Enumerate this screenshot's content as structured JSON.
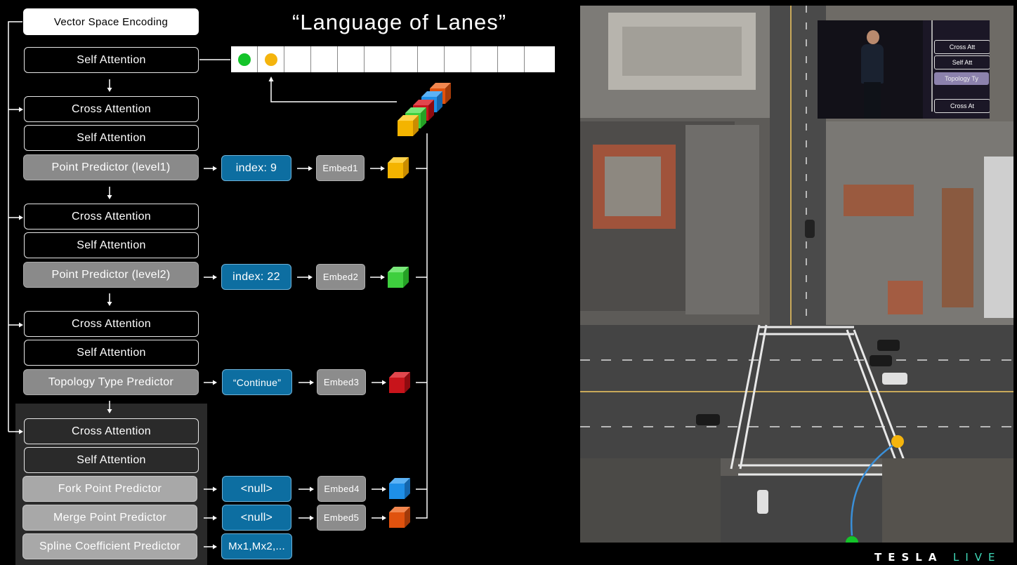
{
  "title": "“Language of Lanes”",
  "header_box": "Vector Space Encoding",
  "blocks": {
    "self_attention": "Self Attention",
    "cross_attention": "Cross Attention",
    "point_predictor_l1": "Point Predictor (level1)",
    "point_predictor_l2": "Point Predictor (level2)",
    "topology_predictor": "Topology Type Predictor",
    "fork_predictor": "Fork Point Predictor",
    "merge_predictor": "Merge Point Predictor",
    "spline_predictor": "Spline Coefficient Predictor"
  },
  "outputs": {
    "index1": "index: 9",
    "index2": "index: 22",
    "topology": "“Continue”",
    "fork": "<null>",
    "merge": "<null>",
    "spline": "Mx1,Mx2,..."
  },
  "embeds": {
    "e1": "Embed1",
    "e2": "Embed2",
    "e3": "Embed3",
    "e4": "Embed4",
    "e5": "Embed5"
  },
  "token_colors": {
    "embed1": "#f4b400",
    "embed2": "#3ecf3e",
    "embed3": "#c8141b",
    "embed4": "#1e8fe8",
    "embed5": "#e0520e",
    "dot_green": "#14c42a",
    "dot_orange": "#f4b40d"
  },
  "inset_video": {
    "lines": [
      "Cross Att",
      "Self Att",
      "Topology Ty",
      "Cross At"
    ]
  },
  "brand": {
    "tesla": "TESLA",
    "live": "LIVE"
  }
}
